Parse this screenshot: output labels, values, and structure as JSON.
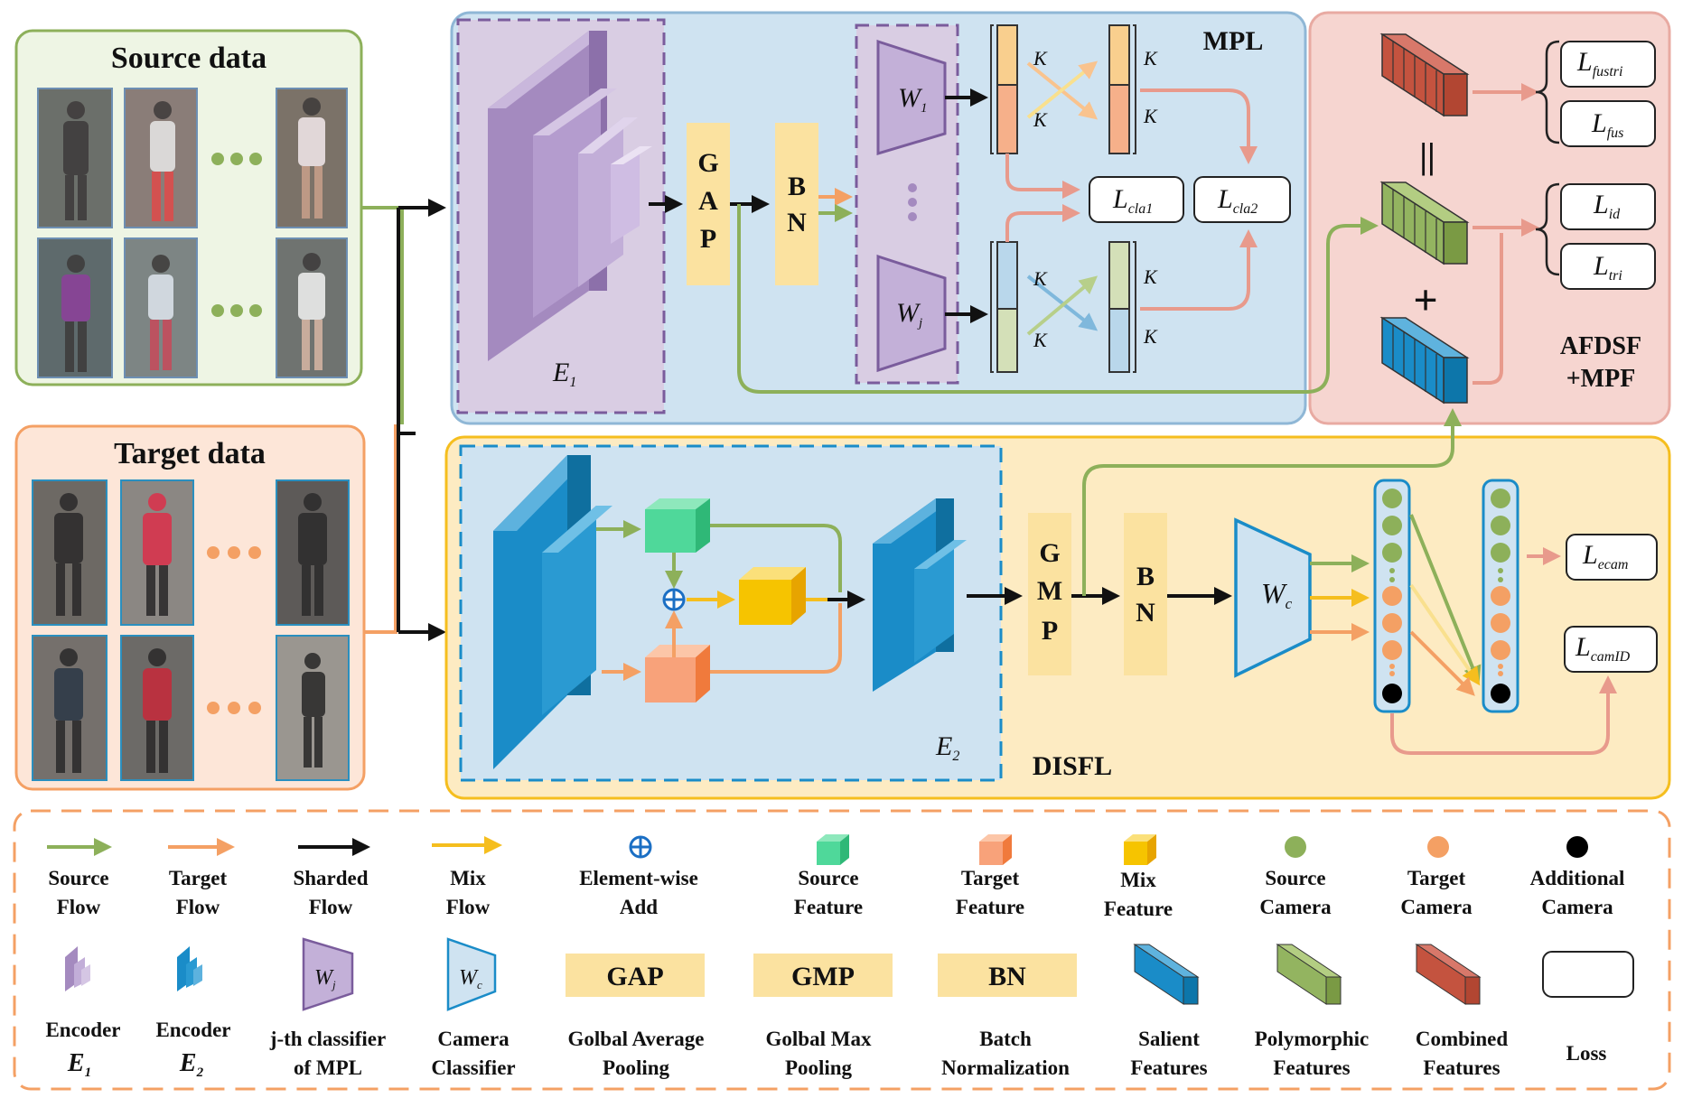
{
  "panels": {
    "source": "Source data",
    "target": "Target data",
    "mpl": "MPL",
    "afdsf_line1": "AFDSF",
    "afdsf_line2": "+MPF",
    "disfl": "DISFL"
  },
  "blocks": {
    "gap": [
      "G",
      "A",
      "P"
    ],
    "gmp": [
      "G",
      "M",
      "P"
    ],
    "bn": [
      "B",
      "N"
    ],
    "encoder1": "E",
    "encoder1_sub": "1",
    "encoder2": "E",
    "encoder2_sub": "2",
    "classifier1": "W",
    "classifier1_sub": "1",
    "classifierj": "W",
    "classifierj_sub": "j",
    "camera_classifier": "W",
    "camera_classifier_sub": "c",
    "k": "K",
    "equals": "||",
    "plus": "+"
  },
  "losses": [
    {
      "id": "cla1",
      "main": "L",
      "sub": "cla1"
    },
    {
      "id": "cla2",
      "main": "L",
      "sub": "cla2"
    },
    {
      "id": "fustri",
      "main": "L",
      "sub": "fustri"
    },
    {
      "id": "fus",
      "main": "L",
      "sub": "fus"
    },
    {
      "id": "id",
      "main": "L",
      "sub": "id"
    },
    {
      "id": "tri",
      "main": "L",
      "sub": "tri"
    },
    {
      "id": "ecam",
      "main": "L",
      "sub": "ecam"
    },
    {
      "id": "camID",
      "main": "L",
      "sub": "camID"
    }
  ],
  "legend_row1": [
    {
      "symbol": "source-flow-arrow",
      "color": "#8db05a",
      "line1": "Source",
      "line2": "Flow"
    },
    {
      "symbol": "target-flow-arrow",
      "color": "#f4a064",
      "line1": "Target",
      "line2": "Flow"
    },
    {
      "symbol": "sharded-flow-arrow",
      "color": "#111111",
      "line1": "Sharded",
      "line2": "Flow"
    },
    {
      "symbol": "mix-flow-arrow",
      "color": "#f5be1e",
      "line1": "Mix",
      "line2": "Flow"
    },
    {
      "symbol": "element-wise-add-icon",
      "color": "#1b6fc4",
      "line1": "Element-wise",
      "line2": "Add"
    },
    {
      "symbol": "source-feature-cube",
      "color": "#4fd89a",
      "line1": "Source",
      "line2": "Feature"
    },
    {
      "symbol": "target-feature-cube",
      "color": "#f8a27a",
      "line1": "Target",
      "line2": "Feature"
    },
    {
      "symbol": "mix-feature-cube",
      "color": "#f6c400",
      "line1": "Mix",
      "line2": "Feature"
    },
    {
      "symbol": "source-camera-dot",
      "color": "#8db05a",
      "line1": "Source",
      "line2": "Camera"
    },
    {
      "symbol": "target-camera-dot",
      "color": "#f4a064",
      "line1": "Target",
      "line2": "Camera"
    },
    {
      "symbol": "additional-camera-dot",
      "color": "#000000",
      "line1": "Additional",
      "line2": "Camera"
    }
  ],
  "legend_row2": [
    {
      "symbol": "encoder1-icon",
      "line1": "Encoder",
      "line2": "E",
      "sub": "1"
    },
    {
      "symbol": "encoder2-icon",
      "line1": "Encoder",
      "line2": "E",
      "sub": "2"
    },
    {
      "symbol": "classifier-j-icon",
      "line1": "j-th classifier",
      "line2": "of  MPL"
    },
    {
      "symbol": "camera-classifier-icon",
      "line1": "Camera",
      "line2": "Classifier"
    },
    {
      "symbol": "gap-block",
      "label": "GAP",
      "line1": "Golbal Average",
      "line2": "Pooling"
    },
    {
      "symbol": "gmp-block",
      "label": "GMP",
      "line1": "Golbal Max",
      "line2": "Pooling"
    },
    {
      "symbol": "bn-block",
      "label": "BN",
      "line1": "Batch",
      "line2": "Normalization"
    },
    {
      "symbol": "salient-features-icon",
      "color": "#1a8cc8",
      "line1": "Salient",
      "line2": "Features"
    },
    {
      "symbol": "polymorphic-features-icon",
      "color": "#8db05a",
      "line1": "Polymorphic",
      "line2": "Features"
    },
    {
      "symbol": "combined-features-icon",
      "color": "#c0503a",
      "line1": "Combined",
      "line2": "Features"
    },
    {
      "symbol": "loss-box",
      "line1": "Loss"
    }
  ],
  "colors": {
    "source_green": "#8db05a",
    "target_orange": "#f4a064",
    "mix_yellow": "#f5be1e",
    "encoder1_purple": "#a98bc4",
    "encoder2_blue": "#1a8cc8",
    "mpl_panel": "#cfe3f1",
    "afdsf_panel": "#f6d5d0",
    "disfl_panel": "#fdebc2",
    "block_yellow": "#fbe2a0"
  }
}
